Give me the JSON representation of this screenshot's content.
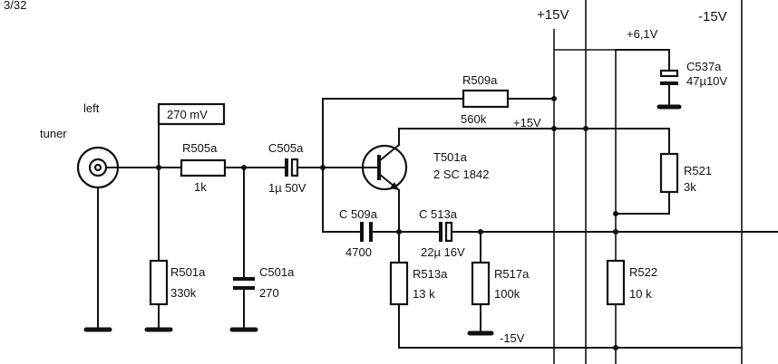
{
  "corner_mark": "3/32",
  "rails": {
    "plus15_top": "+15V",
    "minus15_top": "-15V",
    "plus6": "+6,1V",
    "plus15_mid": "+15V",
    "minus15_bottom": "-15V"
  },
  "input": {
    "side": "left",
    "source": "tuner",
    "level": "270 mV"
  },
  "components": {
    "r505a": {
      "ref": "R505a",
      "value": "1k"
    },
    "c505a": {
      "ref": "C505a",
      "value": "1µ 50V"
    },
    "t501a": {
      "ref": "T501a",
      "type": "2 SC 1842"
    },
    "r509a": {
      "ref": "R509a",
      "value": "560k"
    },
    "c537a": {
      "ref": "C537a",
      "value": "47µ10V"
    },
    "r521": {
      "ref": "R521",
      "value": "3k"
    },
    "c509a": {
      "ref": "C 509a",
      "value": "4700"
    },
    "c513a": {
      "ref": "C 513a",
      "value": "22µ 16V"
    },
    "r501a": {
      "ref": "R501a",
      "value": "330k"
    },
    "c501a": {
      "ref": "C501a",
      "value": "270"
    },
    "r513a": {
      "ref": "R513a",
      "value": "13 k"
    },
    "r517a": {
      "ref": "R517a",
      "value": "100k"
    },
    "r522": {
      "ref": "R522",
      "value": "10 k"
    }
  }
}
